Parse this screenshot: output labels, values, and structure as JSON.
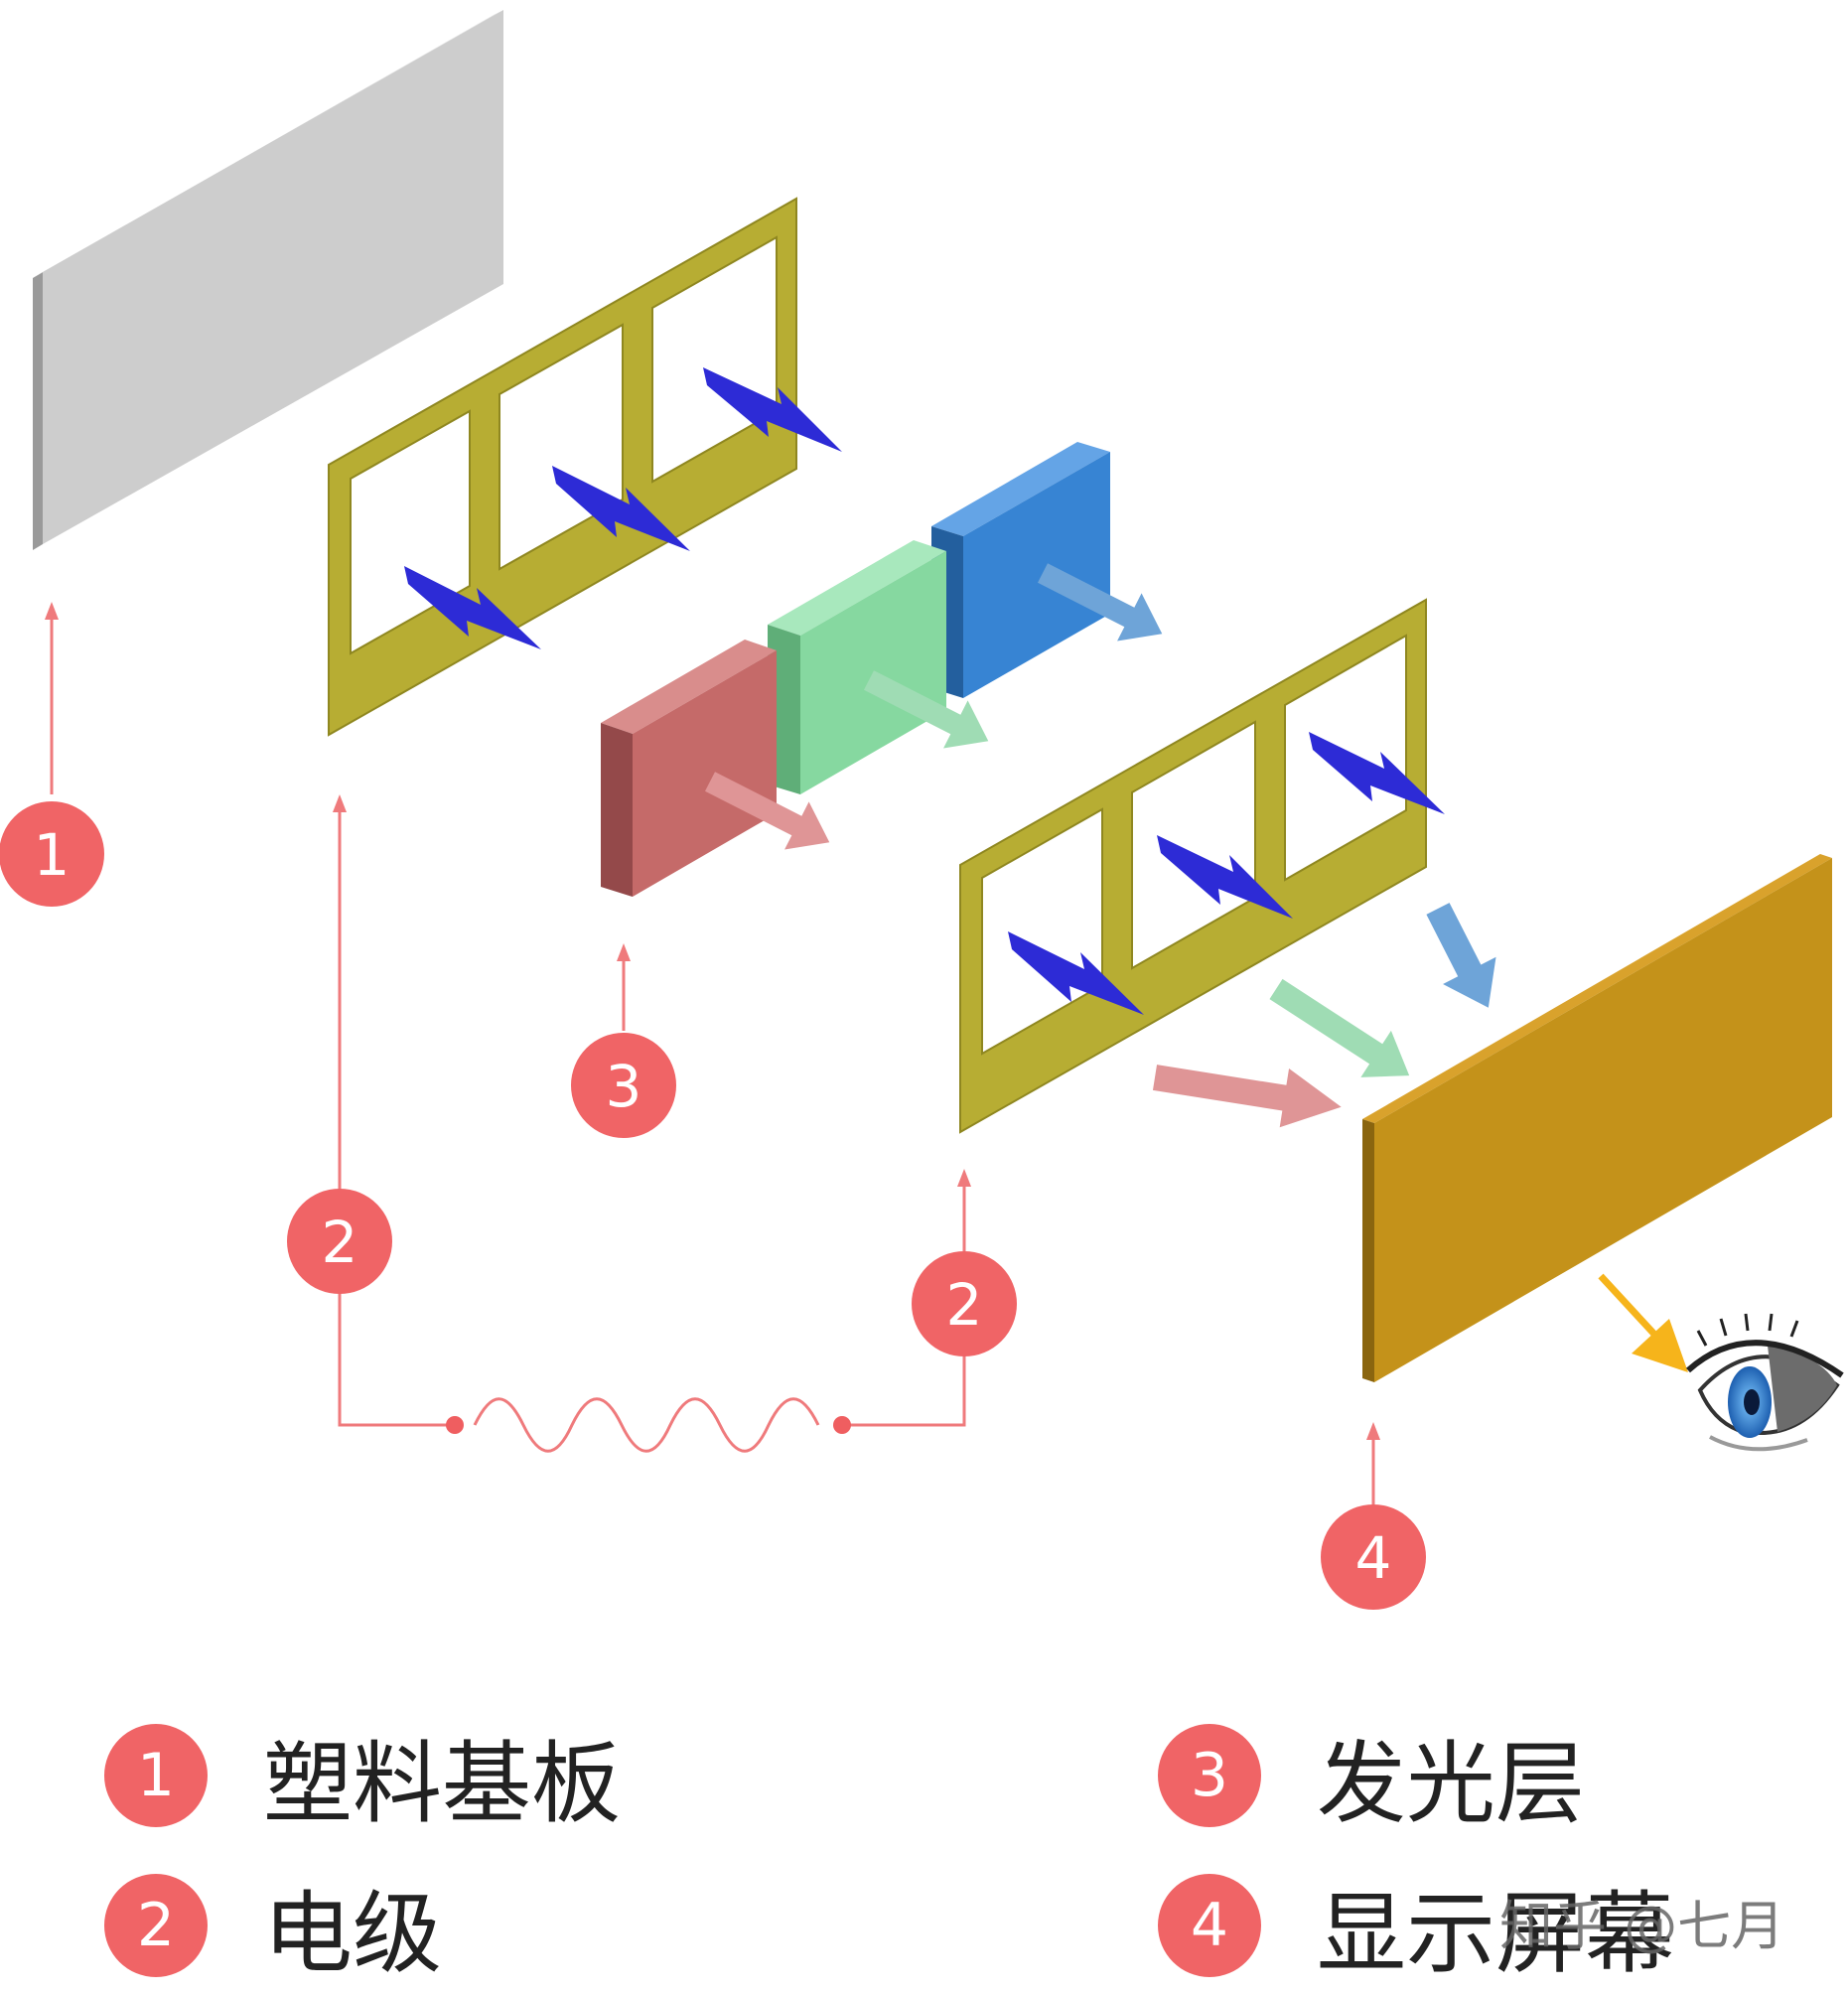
{
  "colors": {
    "badge": "#f06466",
    "callout_line": "#ef7a7c",
    "substrate": "#cdcdcd",
    "electrode_frame": "#b7ad33",
    "emitter_red": "#c56a69",
    "emitter_green": "#86d8a0",
    "emitter_blue": "#3784d3",
    "screen": "#c4921a",
    "bolt": "#2d2bd6",
    "eye_arrow": "#f6b41b"
  },
  "icons": {
    "bolt": "lightning-bolt-icon",
    "eye": "eye-icon"
  },
  "callouts": [
    {
      "id": "substrate",
      "number": "1"
    },
    {
      "id": "electrode-left",
      "number": "2"
    },
    {
      "id": "emitter",
      "number": "3"
    },
    {
      "id": "electrode-right",
      "number": "2"
    },
    {
      "id": "screen",
      "number": "4"
    }
  ],
  "legend": [
    {
      "number": "1",
      "label": "塑料基板"
    },
    {
      "number": "2",
      "label": "电级"
    },
    {
      "number": "3",
      "label": "发光层"
    },
    {
      "number": "4",
      "label": "显示屏幕"
    }
  ],
  "watermark": "知乎 @七月"
}
